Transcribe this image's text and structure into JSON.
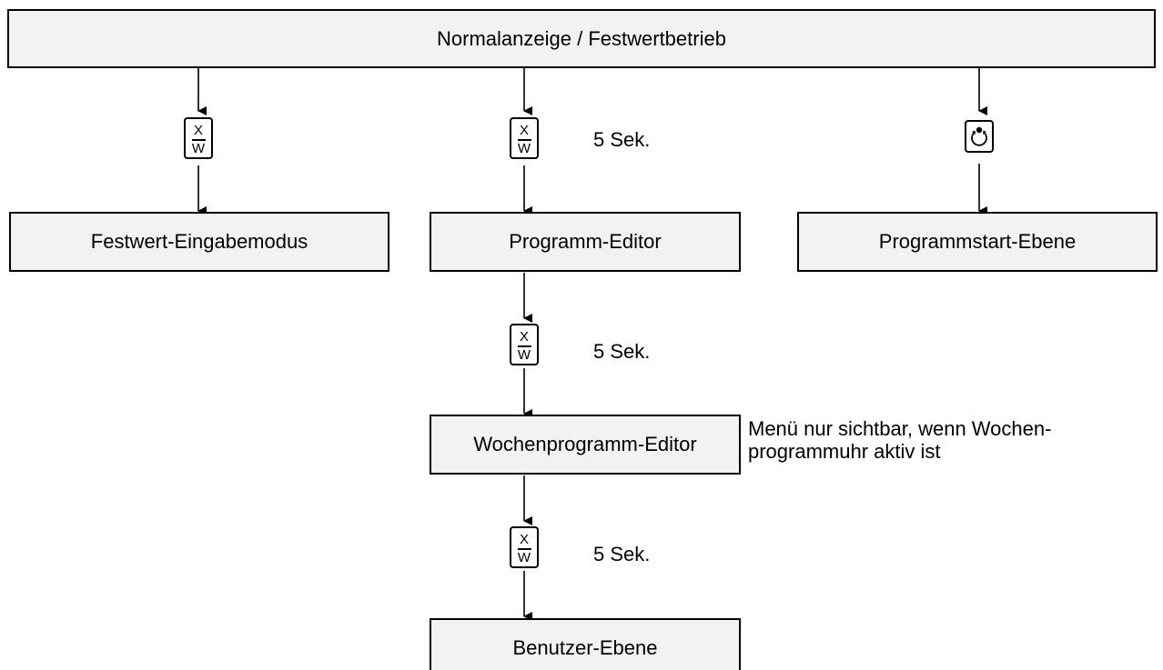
{
  "diagram": {
    "nodes": {
      "normal": "Normalanzeige / Festwertbetrieb",
      "festwert_eingabe": "Festwert-Eingabemodus",
      "programm_editor": "Programm-Editor",
      "programmstart": "Programmstart-Ebene",
      "wochenprogramm_editor": "Wochenprogramm-Editor",
      "benutzer": "Benutzer-Ebene"
    },
    "keys": {
      "xw_top": "X",
      "xw_bottom": "W",
      "start_key": "program-start-icon"
    },
    "durations": {
      "programm_editor": "5 Sek.",
      "wochenprogramm": "5 Sek.",
      "benutzer": "5 Sek."
    },
    "notes": {
      "wochenprogramm_visibility": "Menü nur sichtbar, wenn Wochen-\nprogrammuhr aktiv ist"
    },
    "edges": [
      {
        "from": "normal",
        "via": "xw-key",
        "to": "festwert_eingabe",
        "duration": ""
      },
      {
        "from": "normal",
        "via": "xw-key",
        "to": "programm_editor",
        "duration": "5 Sek."
      },
      {
        "from": "normal",
        "via": "start-key",
        "to": "programmstart",
        "duration": ""
      },
      {
        "from": "programm_editor",
        "via": "xw-key",
        "to": "wochenprogramm_editor",
        "duration": "5 Sek."
      },
      {
        "from": "wochenprogramm_editor",
        "via": "xw-key",
        "to": "benutzer",
        "duration": "5 Sek."
      }
    ]
  }
}
